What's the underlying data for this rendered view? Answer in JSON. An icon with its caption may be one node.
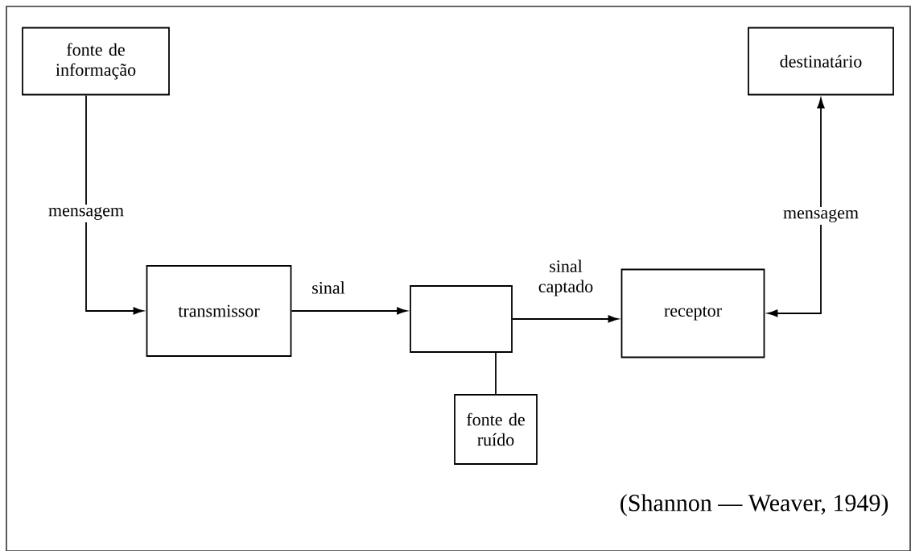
{
  "diagram": {
    "nodes": [
      {
        "text": [
          "fonte de informação"
        ]
      },
      {
        "text": [
          "destinatário"
        ]
      },
      {
        "text": [
          "transmissor"
        ]
      },
      {
        "text": [],
        "shape": "box"
      },
      {
        "text": [
          "receptor"
        ]
      },
      {
        "text": [
          "fonte de ruído"
        ]
      }
    ],
    "edges": [
      {
        "from": 0,
        "to": 2,
        "arrow": "to",
        "label": "mensagem"
      },
      {
        "from": 2,
        "to": 3,
        "arrow": "to",
        "label": "sinal"
      },
      {
        "from": 3,
        "to": 4,
        "arrow": "to",
        "label": "sinal captado"
      },
      {
        "from": 4,
        "to": 1,
        "arrow": "both",
        "label": "mensagem"
      },
      {
        "from": 5,
        "to": 3,
        "arrow": "none"
      }
    ],
    "labels": [
      "(Shannon — Weaver, 1949)"
    ]
  }
}
